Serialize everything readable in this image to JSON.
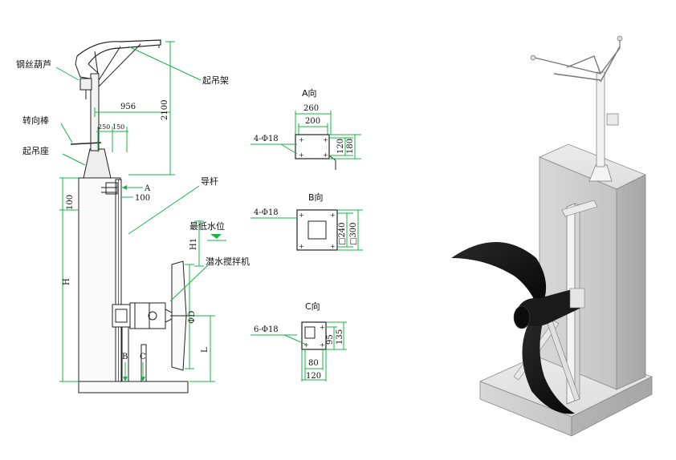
{
  "labels": {
    "wire_hoist": "钢丝葫芦",
    "lifting_frame": "起吊架",
    "turning_rod": "转向棒",
    "lifting_base": "起吊座",
    "guide_rod": "导杆",
    "min_water_level": "最低水位",
    "submersible_mixer": "潜水搅拌机"
  },
  "dims": {
    "d956": "956",
    "d2100": "2100",
    "d250": "250",
    "d150": "150",
    "d100a": "100",
    "d100b": "100",
    "H": "H",
    "H1": "H1",
    "phiD": "ΦD",
    "L": "L",
    "A": "A",
    "B": "B",
    "C": "C"
  },
  "viewA": {
    "title": "A向",
    "w1": "260",
    "w2": "200",
    "h1": "120",
    "h2": "180",
    "holes": "4-Φ18"
  },
  "viewB": {
    "title": "B向",
    "s1": "□240",
    "s2": "□300",
    "holes": "4-Φ18"
  },
  "viewC": {
    "title": "C向",
    "h1": "95",
    "h2": "135",
    "w1": "80",
    "w2": "120",
    "holes": "6-Φ18"
  },
  "colors": {
    "dimension": "#19b34a",
    "outline": "#222222",
    "concrete": "#c9c9c9",
    "blade": "#111111"
  }
}
